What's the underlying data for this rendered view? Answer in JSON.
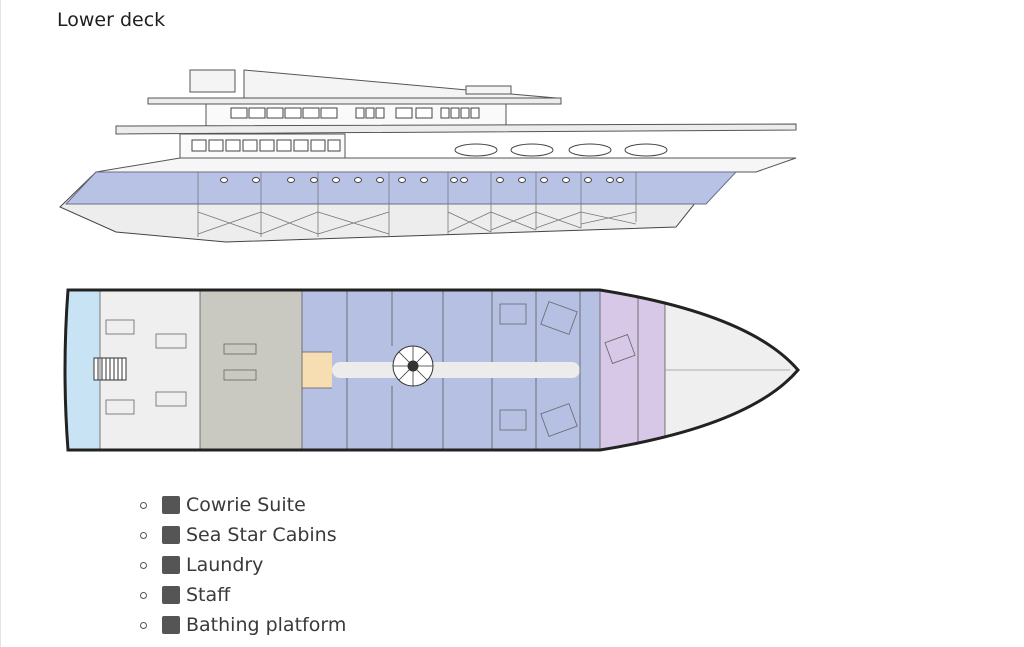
{
  "title": "Lower deck",
  "legend": {
    "items": [
      {
        "label": "Cowrie Suite",
        "swatch_color": "#555555"
      },
      {
        "label": "Sea Star Cabins",
        "swatch_color": "#555555"
      },
      {
        "label": "Laundry",
        "swatch_color": "#555555"
      },
      {
        "label": "Staff",
        "swatch_color": "#555555"
      },
      {
        "label": "Bathing platform",
        "swatch_color": "#555555"
      }
    ]
  },
  "zone_colors": {
    "cabins": "#b6c0e3",
    "suite": "#d6c8e6",
    "laundry": "#f6ddb2",
    "staff": "#c9c9c1",
    "platform": "#c8e4f4",
    "hull": "#efefef",
    "outline": "#222222"
  }
}
